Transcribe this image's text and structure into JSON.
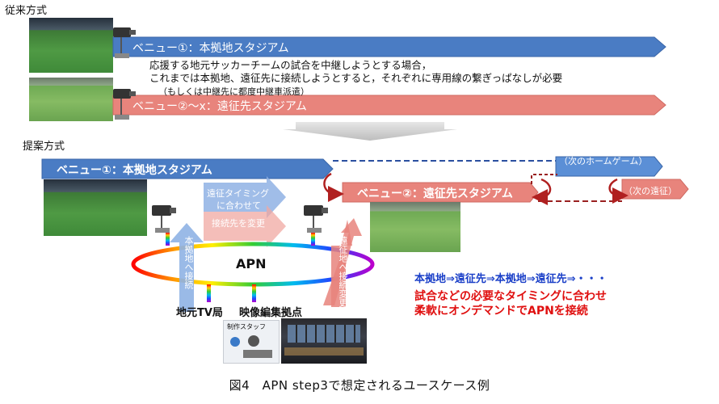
{
  "sections": {
    "conventional": "従来方式",
    "proposed": "提案方式"
  },
  "conventional": {
    "bar1": "ベニュー①：本拠地スタジアム",
    "bar2": "ベニュー②～x：遠征先スタジアム",
    "note_line1": "応援する地元サッカーチームの試合を中継しようとする場合，",
    "note_line2": "これまでは本拠地、遠征先に接続しようとすると，それぞれに専用線の繋ぎっぱなしが必要",
    "note_line3": "（もしくは中継先に都度中継車派遣）"
  },
  "proposed": {
    "bar_home": "ベニュー①：本拠地スタジアム",
    "bar_away": "ベニュー②：遠征先スタジアム",
    "next_home": "（次のホームゲーム）",
    "next_away": "（次の遠征）",
    "switch_line1": "遠征タイミング",
    "switch_line2": "に合わせて",
    "switch_line3": "接続先を変更",
    "left_arrow_text": "本拠地へ接続",
    "right_arrow_text": "遠征地へ接続変更",
    "ring_label": "APN",
    "local_tv": "地元TV局",
    "edit_site": "映像編集拠点",
    "staff_label": "制作スタッフ",
    "flow_text": "本拠地⇒遠征先⇒本拠地⇒遠征先⇒・・・",
    "red_line1": "試合などの必要なタイミングに合わせ",
    "red_line2": "柔軟にオンデマンドでAPNを接続"
  },
  "caption": "図4　APN step3で想定されるユースケース例",
  "colors": {
    "blue_bar": "#4a7cc4",
    "red_bar": "#e8847c",
    "blue_text": "#1a3fc8",
    "red_text": "#e01010"
  }
}
